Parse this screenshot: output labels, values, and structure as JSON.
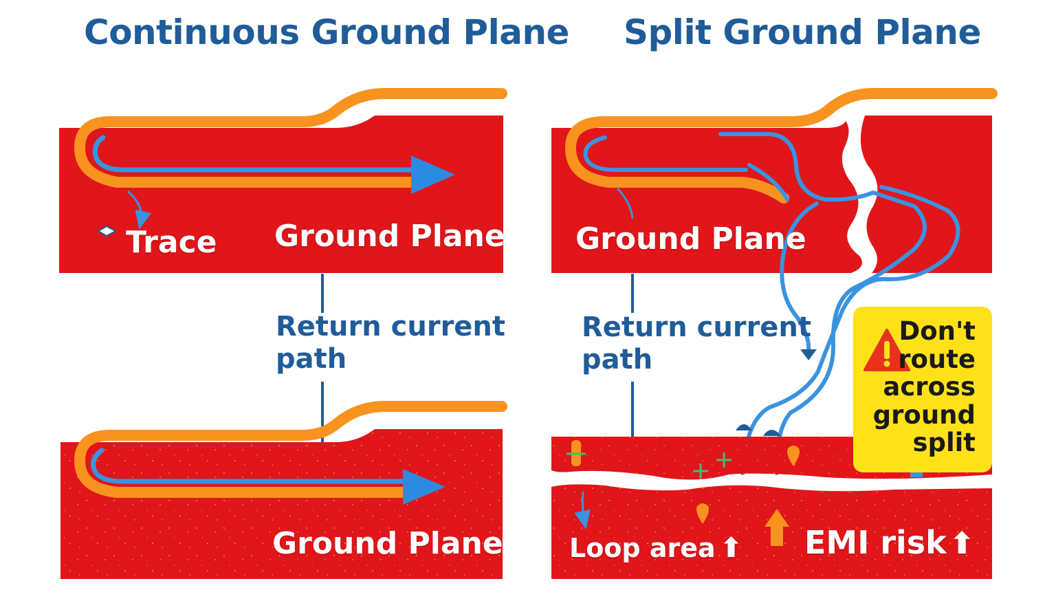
{
  "titles": {
    "left": "Continuous Ground Plane",
    "right": "Split Ground Plane"
  },
  "left_panel": {
    "trace_label": "Trace",
    "top_plane_label": "Ground Plane",
    "return_label_line1": "Return current",
    "return_label_line2": "path",
    "bottom_plane_label": "Ground Plane"
  },
  "right_panel": {
    "top_plane_label": "Ground Plane",
    "return_label_line1": "Return current",
    "return_label_line2": "path",
    "loop_label": "Loop area",
    "emi_label": "EMI risk",
    "warning_lines": [
      "Don't",
      "route",
      "across",
      "ground",
      "split"
    ]
  },
  "icons": {
    "trace_marker": "diamond-icon",
    "warning": "warning-triangle-icon",
    "increase": "up-arrow-icon"
  },
  "colors": {
    "title_blue": "#1f5c99",
    "plane_red": "#e0161b",
    "trace_orange": "#f7931e",
    "return_blue": "#3a93e0",
    "warning_yellow": "#ffe11a",
    "warning_red": "#e8321e"
  }
}
